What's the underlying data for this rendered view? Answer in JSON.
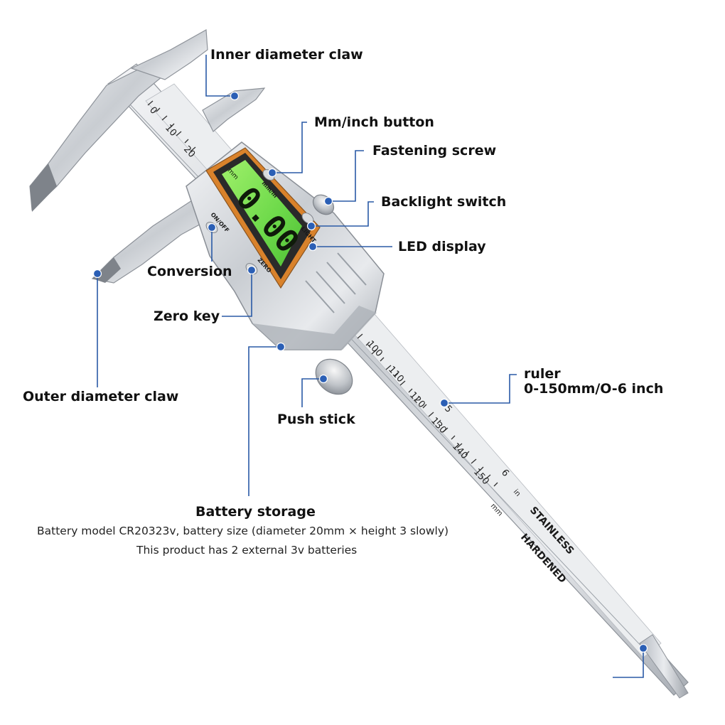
{
  "colors": {
    "accent": "#2b5fb5",
    "leader_line": "#2a5aa6",
    "lcd_green": "#6dd94a",
    "bezel_orange": "#d9822b",
    "steel": "#cfd3d8"
  },
  "instrument": {
    "display_reading": "0.00",
    "display_unit": "mm",
    "button_labels": {
      "mm_in": "mm/in",
      "on_off": "ON/OFF",
      "light": "LIGHT",
      "zero": "ZERO"
    },
    "scale_mm_upper": [
      "0",
      "10",
      "20"
    ],
    "scale_mm_lower": [
      "100",
      "110",
      "120",
      "130",
      "140",
      "150"
    ],
    "scale_inch": [
      "5",
      "6"
    ],
    "scale_unit_in": "in",
    "scale_unit_mm": "mm",
    "engraving": [
      "STAINLESS",
      "HARDENED"
    ]
  },
  "callouts": {
    "inner_claw": "Inner diameter claw",
    "mm_inch_button": "Mm/inch button",
    "fastening_screw": "Fastening screw",
    "backlight_switch": "Backlight switch",
    "led_display": "LED display",
    "conversion": "Conversion",
    "zero_key": "Zero key",
    "outer_claw": "Outer diameter claw",
    "ruler_line1": "ruler",
    "ruler_line2": "0-150mm/O-6 inch",
    "push_stick": "Push stick",
    "battery_title": "Battery storage",
    "battery_line1": "Battery model CR20323v, battery size (diameter 20mm × height 3 slowly)",
    "battery_line2": "This product has 2 external 3v batteries"
  }
}
